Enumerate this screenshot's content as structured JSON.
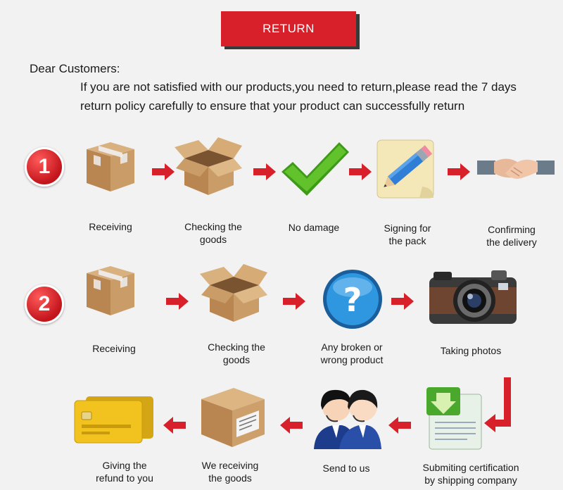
{
  "banner": {
    "title": "RETURN"
  },
  "intro": {
    "greeting": "Dear Customers:",
    "line1": "If you are not satisfied with our products,you need to return,please read the 7 days",
    "line2": "return policy carefully to ensure that your product can successfully return"
  },
  "colors": {
    "accent": "#d8202a",
    "box": "#c4955f",
    "check": "#4caf1e",
    "question": "#1e8fd8"
  },
  "row1": {
    "badge": "1",
    "steps": [
      {
        "icon": "sealed-box-icon",
        "label1": "Receiving",
        "label2": ""
      },
      {
        "icon": "open-box-icon",
        "label1": "Checking the",
        "label2": "goods"
      },
      {
        "icon": "check-mark-icon",
        "label1": "No damage",
        "label2": ""
      },
      {
        "icon": "pencil-notepad-icon",
        "label1": "Signing for",
        "label2": "the pack"
      },
      {
        "icon": "handshake-icon",
        "label1": "Confirming",
        "label2": "the delivery"
      }
    ]
  },
  "row2": {
    "badge": "2",
    "steps": [
      {
        "icon": "sealed-box-icon",
        "label1": "Receiving",
        "label2": ""
      },
      {
        "icon": "open-box-icon",
        "label1": "Checking the",
        "label2": "goods"
      },
      {
        "icon": "question-mark-icon",
        "label1": "Any broken or",
        "label2": "wrong product"
      },
      {
        "icon": "camera-icon",
        "label1": "Taking photos",
        "label2": ""
      }
    ]
  },
  "row3": {
    "steps": [
      {
        "icon": "bank-card-icon",
        "label1": "Giving the",
        "label2": "refund to you"
      },
      {
        "icon": "labeled-box-icon",
        "label1": "We receiving",
        "label2": "the goods"
      },
      {
        "icon": "support-agents-icon",
        "label1": "Send to us",
        "label2": ""
      },
      {
        "icon": "download-document-icon",
        "label1": "Submiting certification",
        "label2": "by shipping company"
      }
    ]
  }
}
